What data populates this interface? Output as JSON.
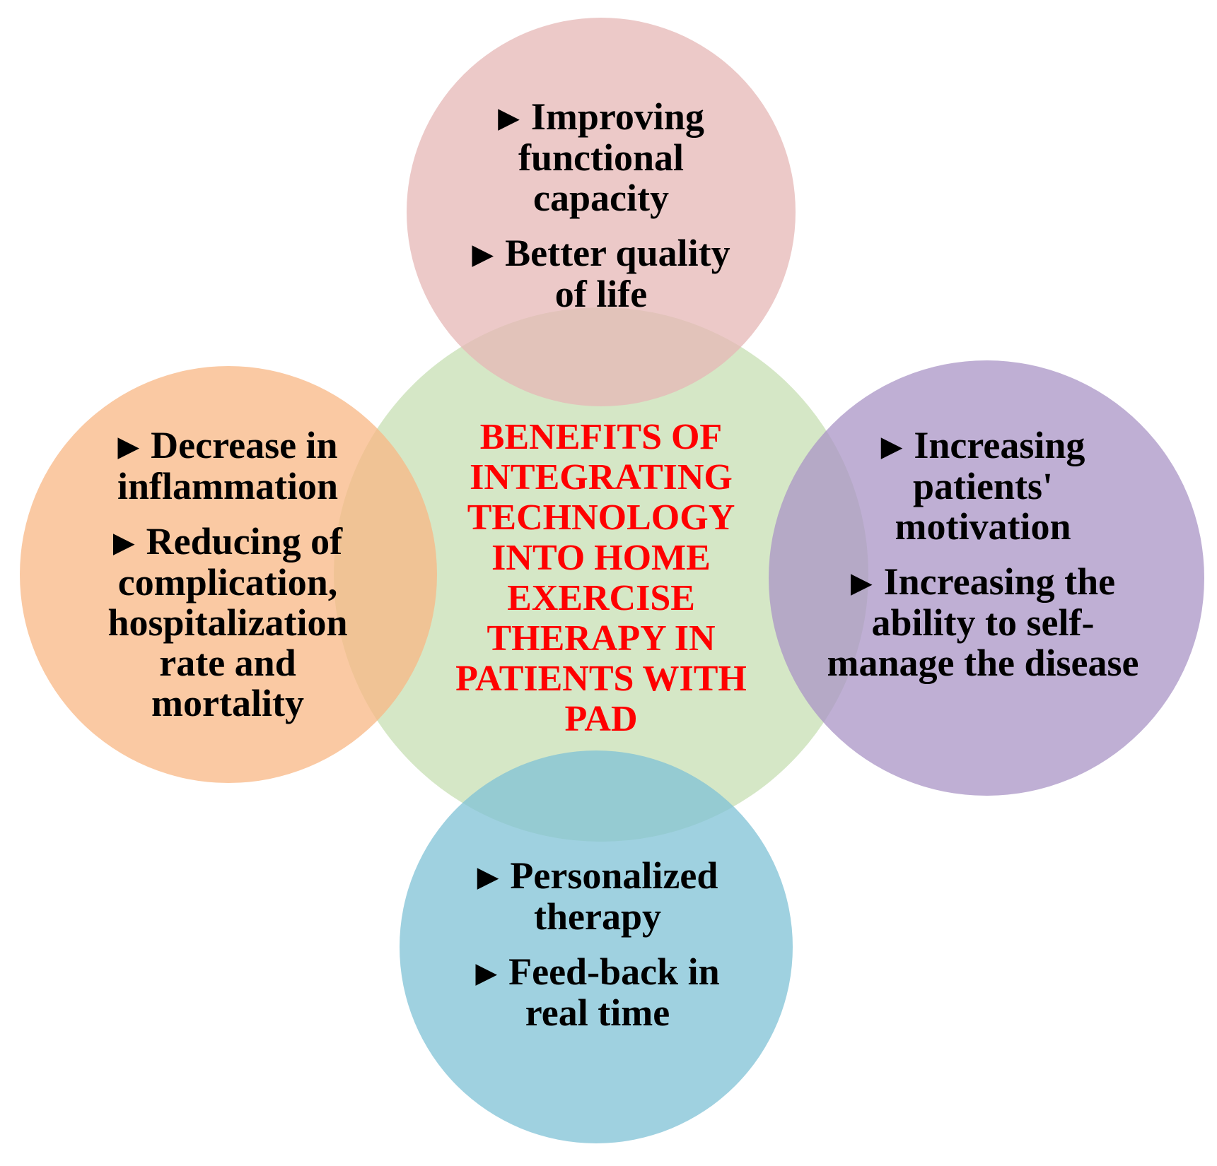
{
  "center": {
    "text": "BENEFITS OF\nINTEGRATING\nTECHNOLOGY\nINTO HOME\nEXERCISE\nTHERAPY IN\nPATIENTS WITH\nPAD",
    "color": "#ff0000",
    "fill": "#d5e7c6"
  },
  "bullet_glyph": "▶",
  "top": {
    "fill": "#e6b7b5",
    "items": [
      "Improving functional capacity",
      "Better quality of life"
    ]
  },
  "left": {
    "fill": "#f8b784",
    "items": [
      "Decrease in inflammation",
      "Reducing of complication, hospitalization rate and mortality"
    ]
  },
  "right": {
    "fill": "#a994c5",
    "items": [
      "Increasing patients' motivation",
      "Increasing the ability to self-manage the disease"
    ]
  },
  "bottom": {
    "fill": "#7fc1d6",
    "items": [
      "Personalized therapy",
      "Feed-back in real time"
    ]
  }
}
